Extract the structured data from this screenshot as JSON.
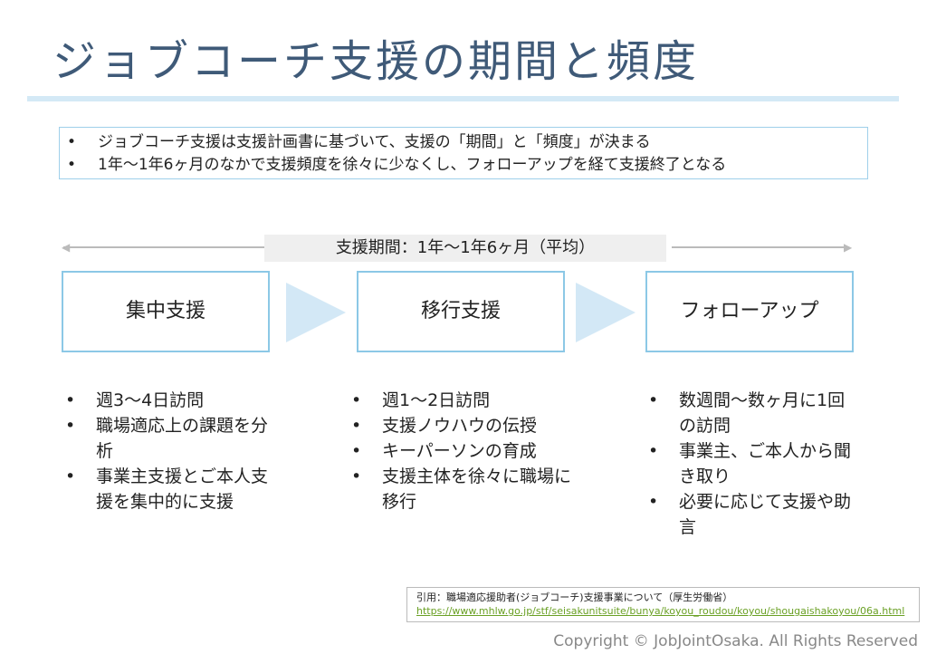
{
  "title": "ジョブコーチ支援の期間と頻度",
  "summary": [
    "ジョブコーチ支援は支援計画書に基づいて、支援の「期間」と「頻度」が決まる",
    "1年〜1年6ヶ月のなかで支援頻度を徐々に少なくし、フォローアップを経て支援終了となる"
  ],
  "period_label": "支援期間：1年〜1年6ヶ月（平均）",
  "phases": [
    {
      "label": "集中支援",
      "items": [
        "週3〜4日訪問",
        "職場適応上の課題を分析",
        "事業主支援とご本人支援を集中的に支援"
      ]
    },
    {
      "label": "移行支援",
      "items": [
        "週1〜2日訪問",
        "支援ノウハウの伝授",
        "キーパーソンの育成",
        "支援主体を徐々に職場に移行"
      ]
    },
    {
      "label": "フォローアップ",
      "items": [
        "数週間〜数ヶ月に1回の訪問",
        "事業主、ご本人から聞き取り",
        "必要に応じて支援や助言"
      ]
    }
  ],
  "citation": {
    "text": "引用：職場適応援助者(ジョブコーチ)支援事業について（厚生労働省）",
    "url": "https://www.mhlw.go.jp/stf/seisakunitsuite/bunya/koyou_roudou/koyou/shougaishakoyou/06a.html"
  },
  "copyright": "Copyright © JobJointOsaka. All Rights Reserved"
}
